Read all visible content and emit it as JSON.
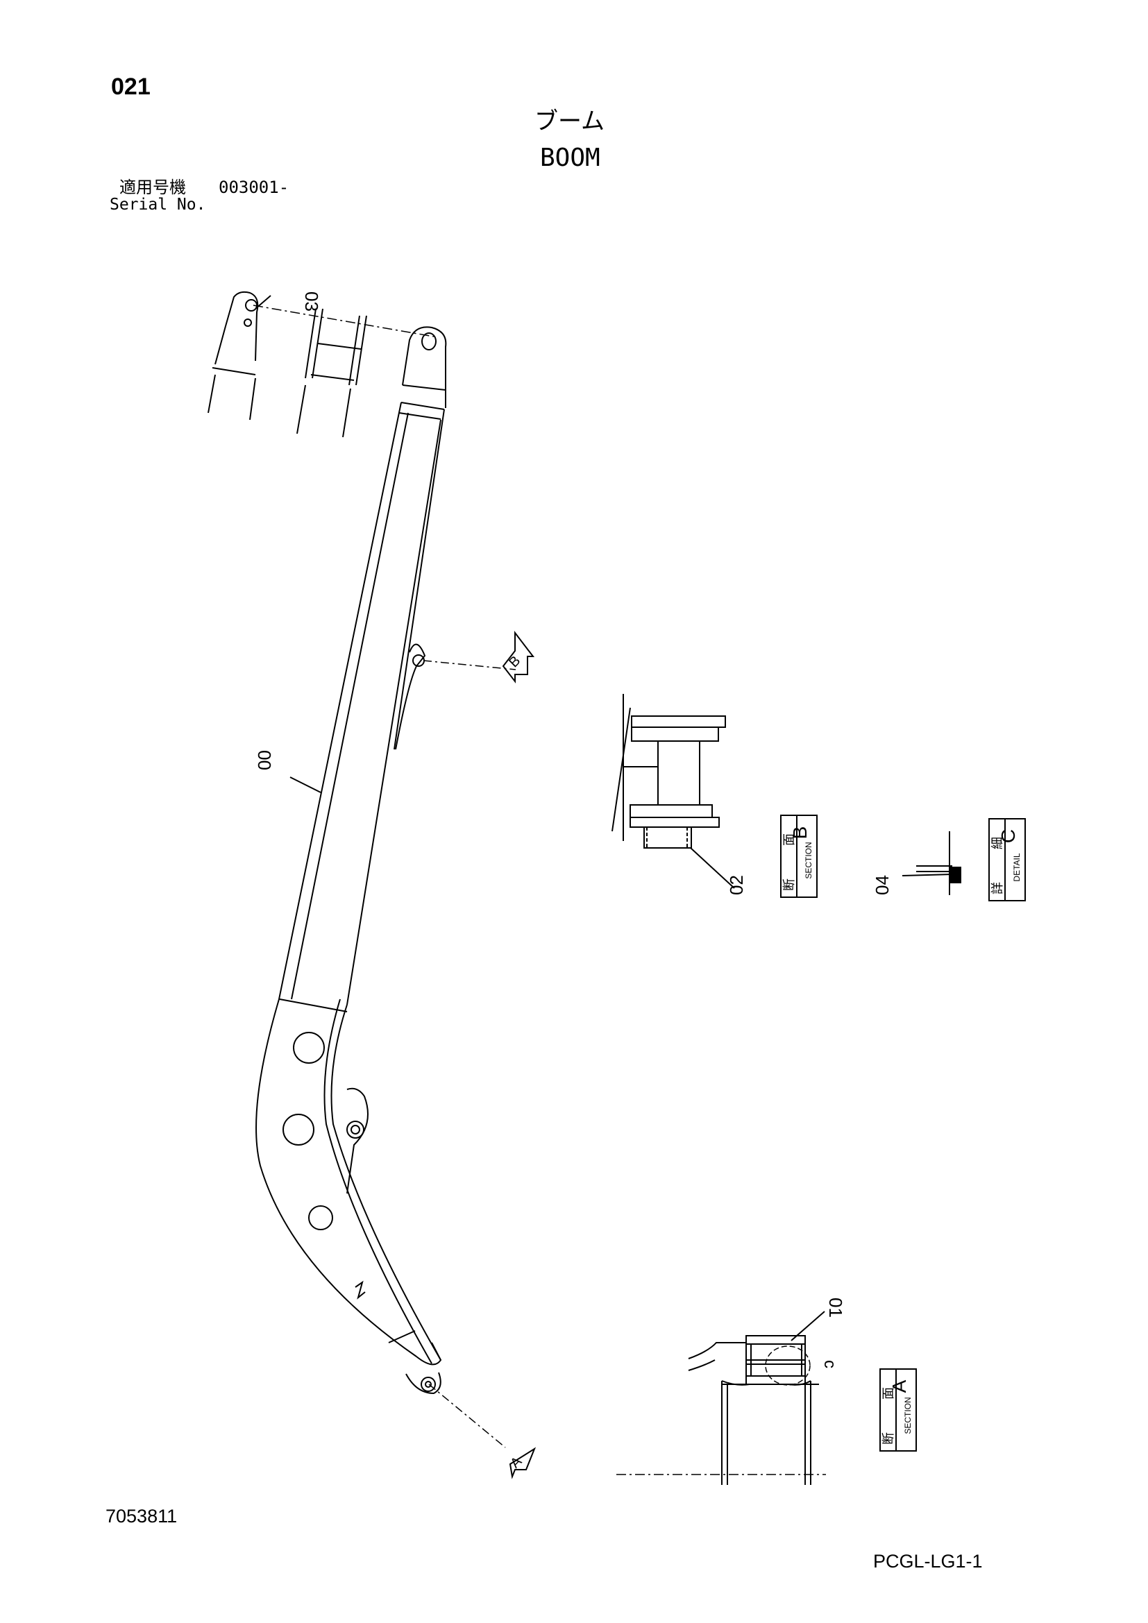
{
  "header": {
    "page_number": "021",
    "title_jp": "ブーム",
    "title_en": "BOOM",
    "serial_label_jp": "適用号機",
    "serial_value": "003001-",
    "serial_label_en": "Serial No."
  },
  "callouts": {
    "boom": "00",
    "pin_a": "01",
    "pin_b": "02",
    "pin_top": "03",
    "seal": "04",
    "detail_ref": "c"
  },
  "view_markers": {
    "a": "A",
    "b": "B"
  },
  "labels": {
    "section_b": {
      "jp_top": "断",
      "jp_bottom": "面",
      "en": "SECTION",
      "letter": "B"
    },
    "detail_c": {
      "jp_top": "詳",
      "jp_bottom": "細",
      "en": "DETAIL",
      "letter": "C"
    },
    "section_a": {
      "jp_top": "断",
      "jp_bottom": "面",
      "en": "SECTION",
      "letter": "A"
    }
  },
  "footer": {
    "drawing_number": "7053811",
    "code": "PCGL-LG1-1"
  }
}
